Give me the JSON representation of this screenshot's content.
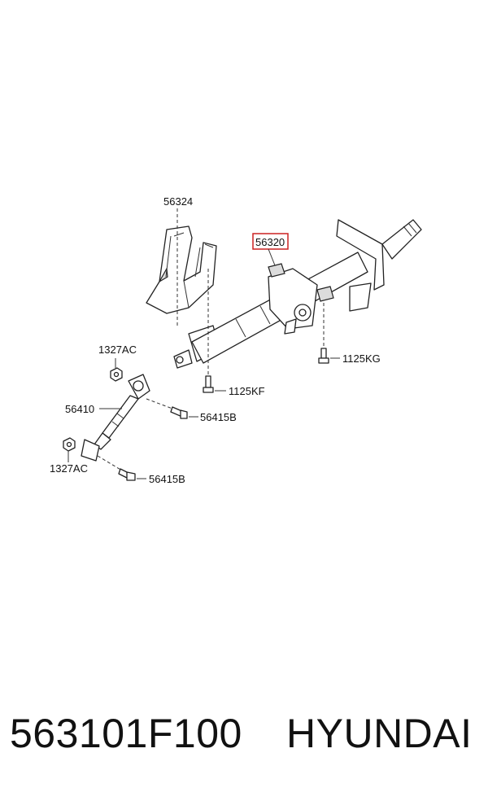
{
  "labels": {
    "bracket": "56324",
    "column": "56320",
    "bolt_kg": "1125KG",
    "bolt_kf": "1125KF",
    "nut_upper": "1327AC",
    "nut_lower": "1327AC",
    "shaft": "56410",
    "bolt_upper": "56415B",
    "bolt_lower": "56415B"
  },
  "highlight_color": "#cc2222",
  "footer": {
    "part_number": "563101F100",
    "brand": "HYUNDAI"
  }
}
